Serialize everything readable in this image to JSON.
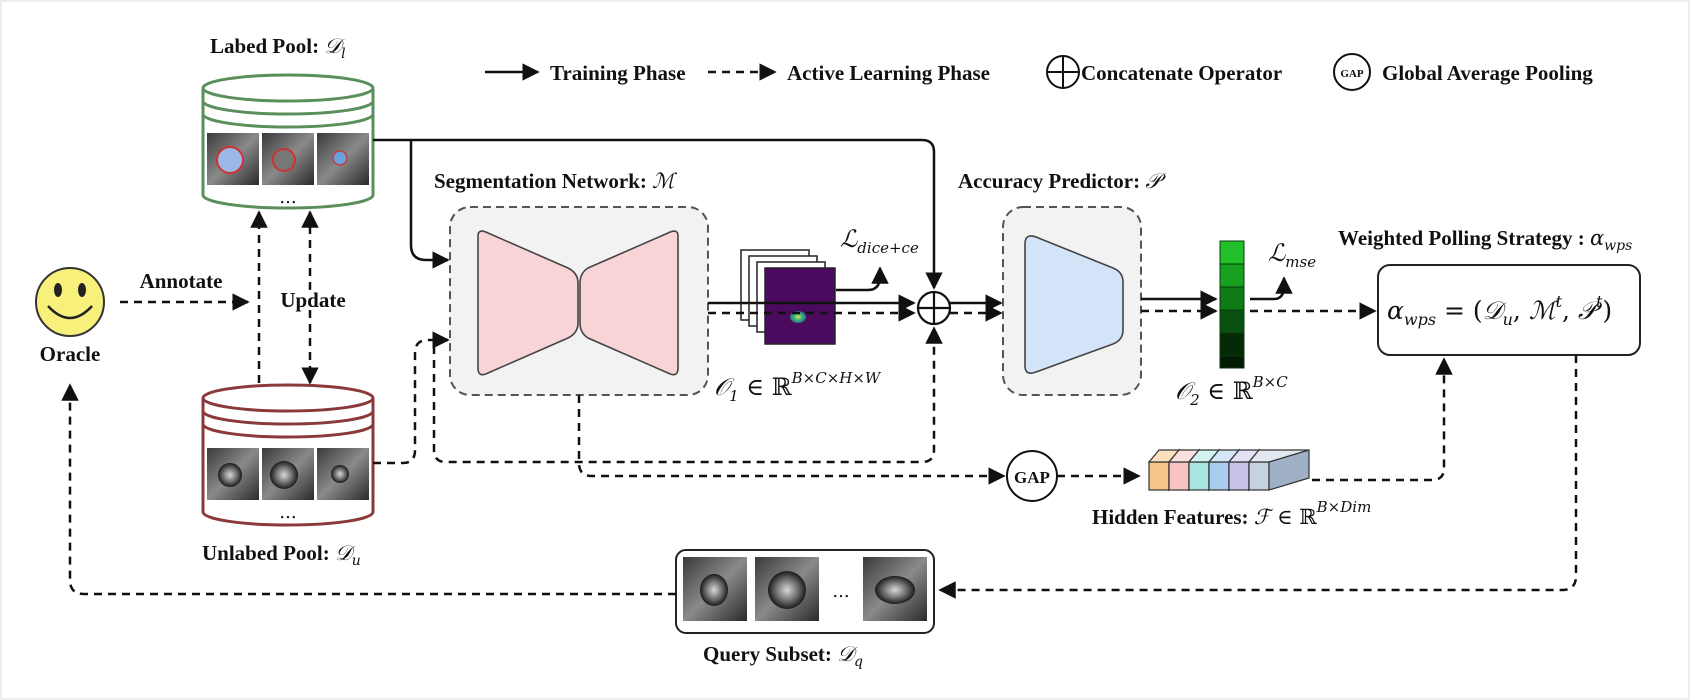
{
  "legend": {
    "training_phase": "Training Phase",
    "active_learning_phase": "Active Learning Phase",
    "concatenate_operator": "Concatenate Operator",
    "gap_symbol": "GAP",
    "global_average_pooling": "Global Average Pooling"
  },
  "labeled_pool": {
    "title": "Labed Pool: ",
    "math": "𝒟",
    "sub": "l",
    "ellipsis": "..."
  },
  "unlabeled_pool": {
    "title": "Unlabed Pool: ",
    "math": "𝒟",
    "sub": "u",
    "ellipsis": "..."
  },
  "oracle": {
    "label": "Oracle"
  },
  "arrows": {
    "annotate": "Annotate",
    "update": "Update"
  },
  "segmentation_network": {
    "title": "Segmentation Network: ",
    "math": "ℳ"
  },
  "output1": {
    "math": "𝒪",
    "sub": "1",
    "rest": " ∈ ℝ",
    "sup": "B×C×H×W"
  },
  "loss_dice": {
    "math": "ℒ",
    "sub": "dice+ce"
  },
  "accuracy_predictor": {
    "title": "Accuracy Predictor: ",
    "math": "𝒫"
  },
  "output2": {
    "math": "𝒪",
    "sub": "2",
    "rest": " ∈ ℝ",
    "sup": "B×C"
  },
  "loss_mse": {
    "math": "ℒ",
    "sub": "mse"
  },
  "weighted_polling": {
    "title": "Weighted Polling Strategy : ",
    "math": "α",
    "sub": "wps"
  },
  "wps_formula": {
    "lhs": "α",
    "lhs_sub": "wps",
    "eq": " = (",
    "d": "𝒟",
    "d_sub": "u",
    "comma1": ", ",
    "m": "ℳ",
    "m_sup": "t",
    "comma2": ", ",
    "p": "𝒫",
    "p_sup": "t",
    "close": ")"
  },
  "gap_node": {
    "label": "GAP"
  },
  "hidden_features": {
    "title": "Hidden Features: ",
    "math": "ℱ",
    "rest": " ∈ ℝ",
    "sup": "B×Dim"
  },
  "query_subset": {
    "title": "Query Subset: ",
    "math": "𝒟",
    "sub": "q",
    "ellipsis": "..."
  },
  "colors": {
    "labeled_pool_stroke": "#5a8f5c",
    "unlabeled_pool_stroke": "#8a3a3a",
    "seg_fill": "#f8d4d6",
    "pred_fill": "#d3e4f8",
    "panel_fill": "#f2f2f2",
    "oracle_face": "#f7f07a"
  }
}
